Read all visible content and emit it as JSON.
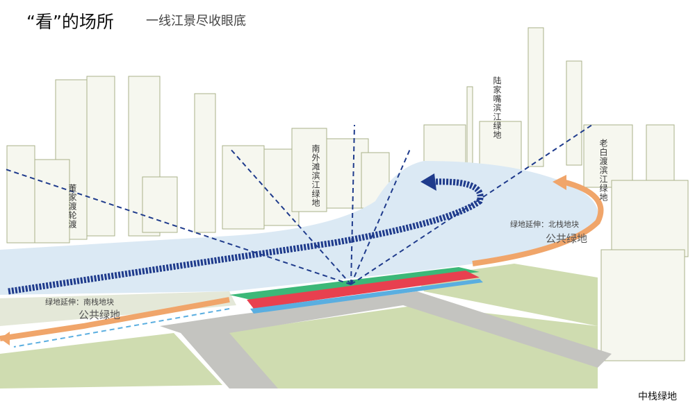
{
  "header": {
    "title": "“看”的场所",
    "subtitle": "一线江景尽收眼底"
  },
  "labels": {
    "dongjiadu": "董家渡轮渡",
    "south_bund": "南外滩滨江绿地",
    "lujiazui": "陆家嘴滨江绿地",
    "laobaidu": "老白渡滨江绿地",
    "north_ext": "绿地延伸：北栈地块",
    "north_public": "公共绿地",
    "south_ext": "绿地延伸：南栈地块",
    "south_public": "公共绿地",
    "corner": "中栈绿地"
  },
  "colors": {
    "river": "#dbe9f4",
    "arrow": "#1f3b8c",
    "path": "#f0a56a",
    "red": "#e8404f",
    "green": "#3cb878",
    "blue": "#5aaee0",
    "lawn": "#cfdcb0",
    "buildings": "#9aa676"
  }
}
